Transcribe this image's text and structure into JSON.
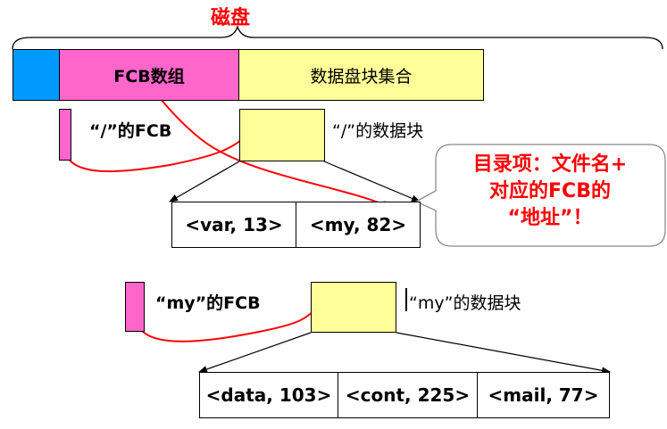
{
  "disk": {
    "title": "磁盘",
    "fcb_array_label": "FCB数组",
    "data_blocks_label": "数据盘块集合",
    "colors": {
      "boot": "#0099ff",
      "fcb": "#ff66cc",
      "data": "#ffff99",
      "title": "#ff0000",
      "arrow": "#ff0000"
    }
  },
  "root": {
    "fcb_label": "“/”的FCB",
    "block_label": "“/”的数据块",
    "entries": [
      "<var, 13>",
      "<my, 82>"
    ]
  },
  "callout": {
    "line1": "目录项：文件名+",
    "line2": "对应的FCB的",
    "line3": "“地址”！"
  },
  "my": {
    "fcb_label": "“my”的FCB",
    "block_label": "“my”的数据块",
    "entries": [
      "<data, 103>",
      "<cont, 225>",
      "<mail, 77>"
    ]
  }
}
